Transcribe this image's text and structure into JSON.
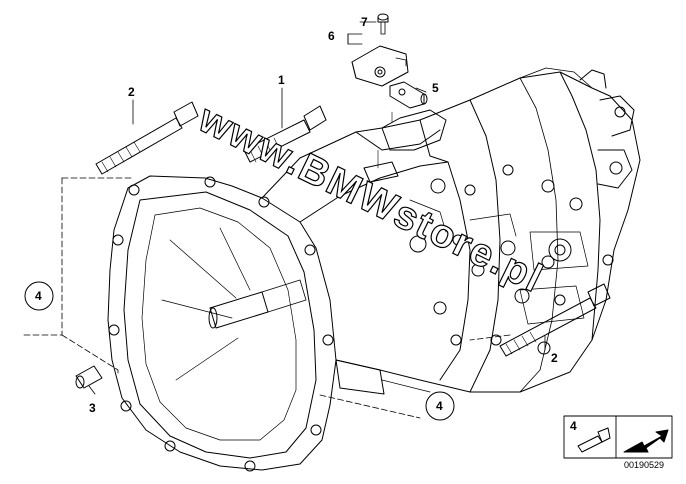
{
  "diagram": {
    "callouts": {
      "c1": "1",
      "c2a": "2",
      "c2b": "2",
      "c3": "3",
      "c5": "5",
      "c6": "6",
      "c7": "7"
    },
    "references": {
      "r4a": "4",
      "r4b": "4",
      "r4legend": "4"
    },
    "watermark": "www.BMWstore.pl",
    "diagram_id": "00190529"
  }
}
